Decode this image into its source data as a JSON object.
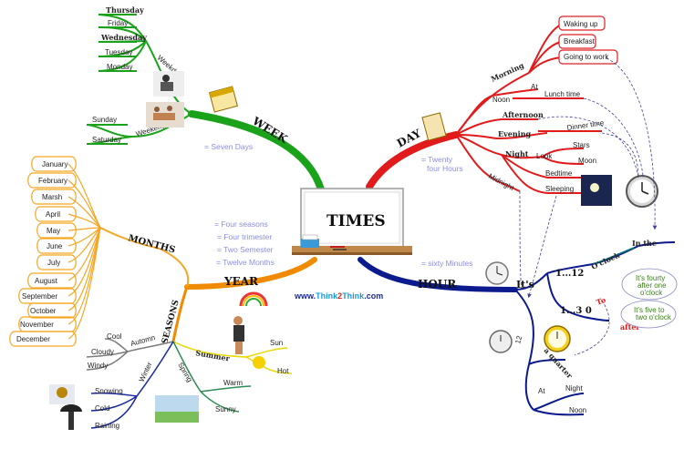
{
  "center": {
    "title": "TIMES"
  },
  "site": {
    "prefix": "www.",
    "brand1": "Think",
    "brand2": "2",
    "brand3": "Think",
    "suffix": ".com"
  },
  "colors": {
    "week": "#1aa31a",
    "day": "#e11b1b",
    "hour": "#0b1a8c",
    "year": "#f08a00",
    "note": "#8b8ee6",
    "months": "#f5a623",
    "seasons_summer": "#e8d800",
    "spring": "#2e8b57",
    "winter": "#1a2aa0"
  },
  "week": {
    "label": "WEEK",
    "note": "= Seven Days",
    "weekdays_label": "Weekdays",
    "weekdays": [
      "Thursday",
      "Friday",
      "Wednesday",
      "Tuesday",
      "Monday"
    ],
    "weekend_label": "Weekend",
    "weekend": [
      "Sunday",
      "Saturday"
    ]
  },
  "day": {
    "label": "DAY",
    "note1": "= Twenty",
    "note2": "four Hours",
    "morning": "Morning",
    "morning_items": [
      "Waking up",
      "Breakfast",
      "Going to work"
    ],
    "noon": "Noon",
    "at": "At",
    "lunch": "Lunch time",
    "afternoon": "Afternoon",
    "evening": "Evening",
    "dinner": "Dinner time",
    "night": "Night",
    "look": "Look",
    "stars": "Stars",
    "moon": "Moon",
    "bedtime": "Bedtime",
    "sleeping": "Sleeping",
    "midnight": "Midnight"
  },
  "hour": {
    "label": "HOUR",
    "note": "= sixty Minutes",
    "its": "It's",
    "one_twelve": "1...12",
    "oclock": "O'clock",
    "in_the": "In the",
    "one_three_zero": "1...3  0",
    "to": "To",
    "after": "after",
    "twelve": "12",
    "a_quarter": "a quarter",
    "at": "At",
    "night": "Night",
    "noon": "Noon",
    "bubble1": [
      "It's  fourty",
      "after one",
      "o'clock"
    ],
    "bubble2": [
      "It's  five to",
      "two o'clock"
    ]
  },
  "year": {
    "label": "YEAR",
    "notes": [
      "= Four seasons",
      "= Four trimester",
      "= Two Semester",
      "= Twelve Months"
    ],
    "months_label": "MONTHS",
    "months": [
      "January",
      "February",
      "Marsh",
      "April",
      "May",
      "June",
      "July",
      "August",
      "September",
      "October",
      "November",
      "December"
    ],
    "seasons_label": "SEASONS",
    "autumn": "Automn",
    "autumn_items": [
      "Cool",
      "Cloudy",
      "Windy"
    ],
    "summer": "Summer",
    "summer_items": [
      "Sun",
      "Hot"
    ],
    "spring": "Spring",
    "spring_items": [
      "Warm",
      "Sunny"
    ],
    "winter": "Winter",
    "winter_items": [
      "Snowing",
      "Cold",
      "Raining"
    ]
  }
}
